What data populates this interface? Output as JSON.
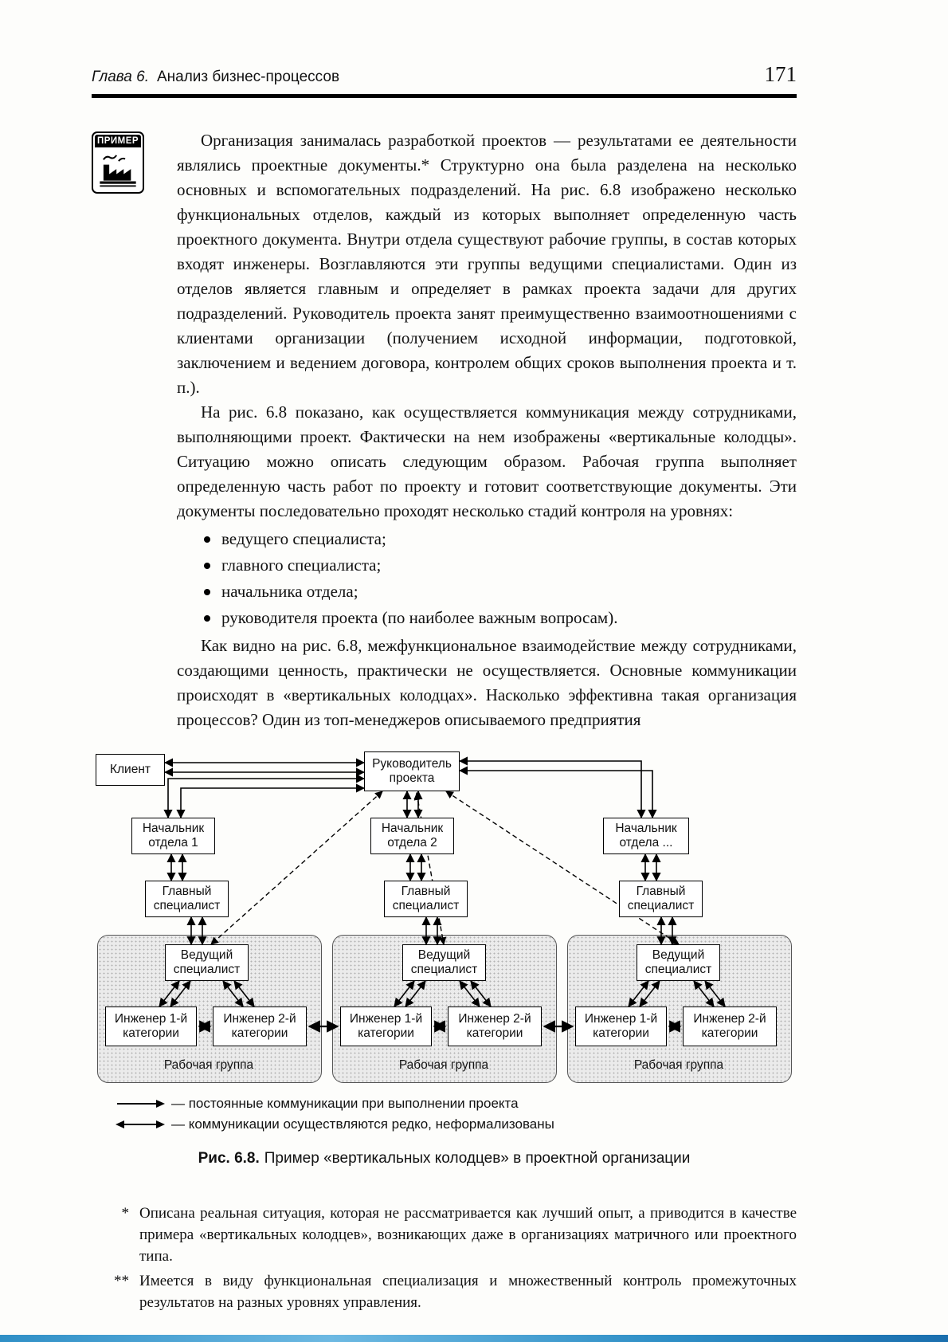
{
  "header": {
    "chapter": "Глава 6.",
    "title": "Анализ бизнес-процессов",
    "page_number": "171"
  },
  "example_badge": {
    "label": "ПРИМЕР"
  },
  "body": {
    "paragraphs": [
      "Организация занималась разработкой проектов — результатами ее деятельности являлись проектные документы.* Структурно она была разделена на несколько основных и вспомогательных подразделений. На рис. 6.8 изображено несколько функциональных отделов, каждый из которых выполняет определенную часть проектного документа. Внутри отдела существуют рабочие группы, в состав которых входят инженеры. Возглавляются эти группы ведущими специалистами. Один из отделов является главным и определяет в рамках проекта задачи для других подразделений. Руководитель проекта занят преимущественно взаимоотношениями с клиентами организации (получением исходной информации, подготовкой, заключением и ведением договора, контролем общих сроков выполнения проекта и т. п.).",
      "На рис. 6.8 показано, как осуществляется коммуникация между сотрудниками, выполняющими проект. Фактически на нем изображены «вертикальные колодцы». Ситуацию можно описать следующим образом. Рабочая группа выполняет определенную часть работ по проекту и готовит соответствующие документы. Эти документы последовательно проходят несколько стадий контроля на уровнях:"
    ],
    "bullets": [
      "ведущего специалиста;",
      "главного специалиста;",
      "начальника отдела;",
      "руководителя проекта (по наиболее важным вопросам)."
    ],
    "closing_paragraph": "Как видно на рис. 6.8, межфункциональное взаимодействие между сотрудниками, создающими ценность, практически не осуществляется. Основные коммуникации происходят в «вертикальных колодцах». Насколько эффективна такая организация процессов? Один из топ-менеджеров описываемого предприятия"
  },
  "diagram": {
    "client": "Клиент",
    "project_manager": "Руководитель\nпроекта",
    "dept_heads": [
      "Начальник\nотдела 1",
      "Начальник\nотдела 2",
      "Начальник\nотдела ..."
    ],
    "chief_specialist": "Главный\nспециалист",
    "lead_specialist": "Ведущий\nспециалист",
    "engineer_1": "Инженер 1-й\nкатегории",
    "engineer_2": "Инженер 2-й\nкатегории",
    "work_group": "Рабочая группа",
    "legend": [
      {
        "style": "solid-arrow",
        "text": "— постоянные коммуникации при выполнении проекта"
      },
      {
        "style": "double-arrow",
        "text": "— коммуникации осуществляются редко, неформализованы"
      }
    ],
    "caption": {
      "label": "Рис. 6.8.",
      "text": "Пример «вертикальных колодцев» в проектной организации"
    }
  },
  "footnotes": [
    {
      "marker": "*",
      "text": "Описана реальная ситуация, которая не рассматривается как лучший опыт, а приводится в качестве примера «вертикальных колодцев», возникающих даже в организациях матричного или проектного типа."
    },
    {
      "marker": "**",
      "text": "Имеется в виду функциональная специализация и множественный контроль промежуточных результатов на разных уровнях управления."
    }
  ]
}
